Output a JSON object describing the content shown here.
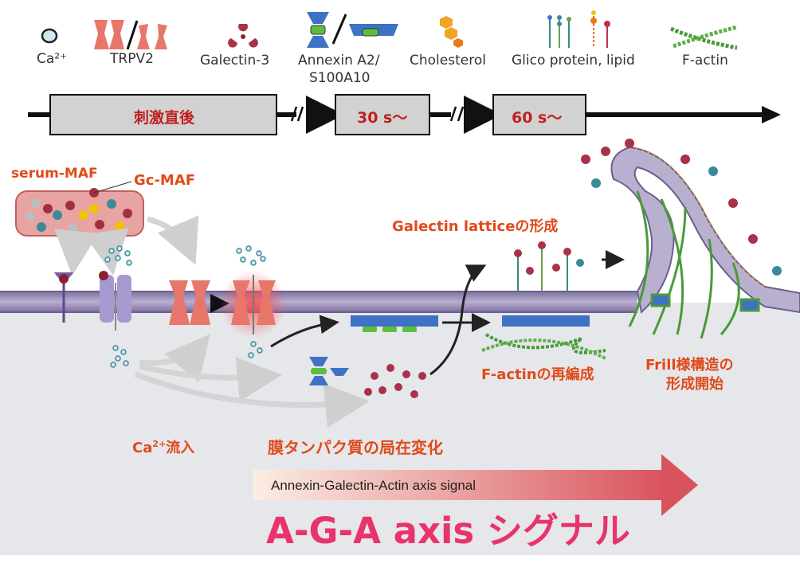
{
  "legend": {
    "ca": "Ca²⁺",
    "trpv2": "TRPV2",
    "galectin": "Galectin-3",
    "annexin_line1": "Annexin A2/",
    "annexin_line2": "S100A10",
    "cholesterol": "Cholesterol",
    "glico": "Glico protein, lipid",
    "factin": "F-actin"
  },
  "timeline": {
    "stage1": "刺激直後",
    "stage2": "30 s〜",
    "stage3": "60 s〜"
  },
  "labels": {
    "serum_maf": "serum-MAF",
    "gc_maf": "Gc-MAF",
    "galectin_lattice": "Galectin latticeの形成",
    "factin_reorg": "F-actinの再編成",
    "frill_line1": "Frill様構造の",
    "frill_line2": "形成開始",
    "ca_influx_prefix": "Ca",
    "ca_influx_sup": "2+",
    "ca_influx_suffix": "流入",
    "membrane_protein": "膜タンパク質の局在変化"
  },
  "signal_arrow": {
    "text": "Annexin-Galectin-Actin axis signal"
  },
  "title": "A-G-A axis シグナル",
  "colors": {
    "accent_red": "#e04a1a",
    "title_pink": "#e8336b",
    "timeline_text": "#c0201e",
    "trpv2": "#e8766a",
    "membrane": "#9b8fb5",
    "actin": "#4a9a3a",
    "annexin_blue": "#3d72c4"
  }
}
